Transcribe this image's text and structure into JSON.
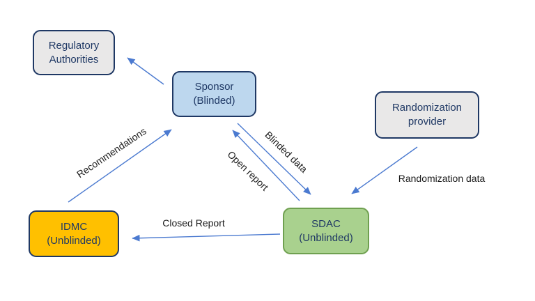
{
  "diagram": {
    "colors": {
      "arrow": "#4b7ad0",
      "node_text": "#1f3864"
    },
    "nodes": {
      "regulatory": {
        "line1": "Regulatory",
        "line2": "Authorities",
        "fill": "#e9e8e8",
        "border": "#1f3864"
      },
      "sponsor": {
        "line1": "Sponsor",
        "line2": "(Blinded)",
        "fill": "#bdd7ee",
        "border": "#1f3864"
      },
      "randomization": {
        "line1": "Randomization",
        "line2": "provider",
        "fill": "#e9e8e8",
        "border": "#1f3864"
      },
      "idmc": {
        "line1": "IDMC",
        "line2": "(Unblinded)",
        "fill": "#ffc000",
        "border": "#1f3864"
      },
      "sdac": {
        "line1": "SDAC",
        "line2": "(Unblinded)",
        "fill": "#a9d18e",
        "border": "#6fa050"
      }
    },
    "edges": {
      "sponsor_to_regulatory": {
        "from": "Sponsor (Blinded)",
        "to": "Regulatory Authorities",
        "label": ""
      },
      "idmc_to_sponsor": {
        "from": "IDMC (Unblinded)",
        "to": "Sponsor (Blinded)",
        "label": "Recommendations"
      },
      "sponsor_to_sdac": {
        "from": "Sponsor (Blinded)",
        "to": "SDAC (Unblinded)",
        "label": "Blinded data"
      },
      "sdac_to_sponsor": {
        "from": "SDAC (Unblinded)",
        "to": "Sponsor (Blinded)",
        "label": "Open report"
      },
      "sdac_to_idmc": {
        "from": "SDAC (Unblinded)",
        "to": "IDMC (Unblinded)",
        "label": "Closed Report"
      },
      "randomization_to_sdac": {
        "from": "Randomization provider",
        "to": "SDAC (Unblinded)",
        "label": "Randomization data"
      }
    }
  }
}
